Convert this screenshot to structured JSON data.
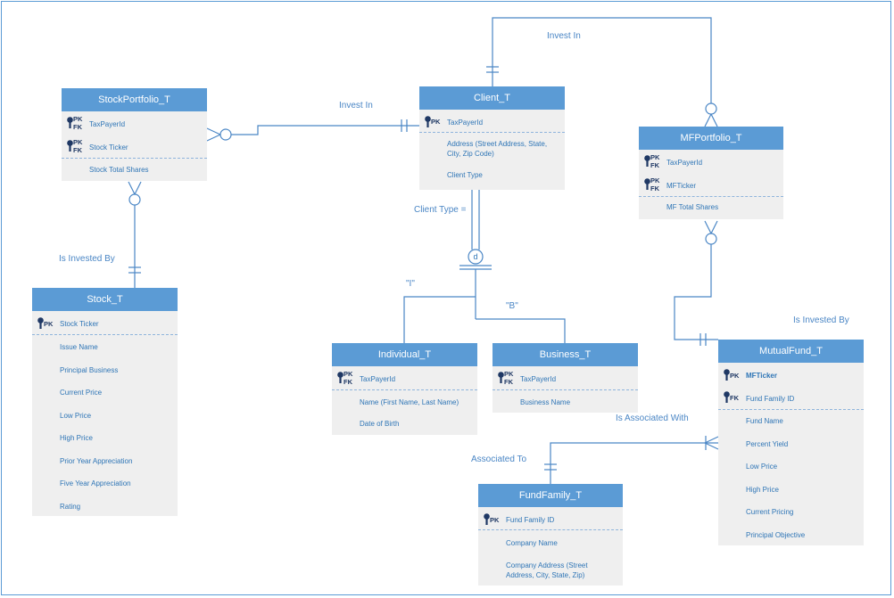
{
  "entities": {
    "stock_portfolio": {
      "title": "StockPortfolio_T",
      "f1": "TaxPayerId",
      "f2": "Stock Ticker",
      "f3": "Stock Total Shares"
    },
    "client": {
      "title": "Client_T",
      "f1": "TaxPayerId",
      "f2a": "Address (Street Address, State,",
      "f2b": "City, Zip Code)",
      "f3": "Client Type"
    },
    "mf_portfolio": {
      "title": "MFPortfolio_T",
      "f1": "TaxPayerId",
      "f2": "MFTicker",
      "f3": "MF Total Shares"
    },
    "stock": {
      "title": "Stock_T",
      "f1": "Stock Ticker",
      "f2": "Issue Name",
      "f3": "Principal Business",
      "f4": "Current Price",
      "f5": "Low Price",
      "f6": "High Price",
      "f7": "Prior Year Appreciation",
      "f8": "Five Year Appreciation",
      "f9": "Rating"
    },
    "individual": {
      "title": "Individual_T",
      "f1": "TaxPayerId",
      "f2": "Name (First Name, Last Name)",
      "f3": "Date of Birth"
    },
    "business": {
      "title": "Business_T",
      "f1": "TaxPayerId",
      "f2": "Business Name"
    },
    "mutual_fund": {
      "title": "MutualFund_T",
      "f1": "MFTicker",
      "f2": "Fund Family ID",
      "f3": "Fund Name",
      "f4": "Percent Yield",
      "f5": "Low Price",
      "f6": "High Price",
      "f7": "Current Pricing",
      "f8": "Principal Objective"
    },
    "fund_family": {
      "title": "FundFamily_T",
      "f1": "Fund Family ID",
      "f2": "Company Name",
      "f3a": "Company Address (Street",
      "f3b": "Address, City, State, Zip)"
    }
  },
  "keys": {
    "pk": "PK",
    "fk": "FK"
  },
  "relationships": {
    "invest_in_top": "Invest In",
    "invest_in_left": "Invest In",
    "client_type": "Client Type =",
    "disjoint": "d",
    "individual_value": "\"I\"",
    "business_value": "\"B\"",
    "is_invested_by_left": "Is Invested By",
    "is_invested_by_right": "Is Invested By",
    "is_associated_with": "Is Associated With",
    "associated_to": "Associated To"
  },
  "colors": {
    "header": "#5b9bd5",
    "line": "#4a86c5",
    "body": "#efefef",
    "text": "#2e75b6"
  }
}
